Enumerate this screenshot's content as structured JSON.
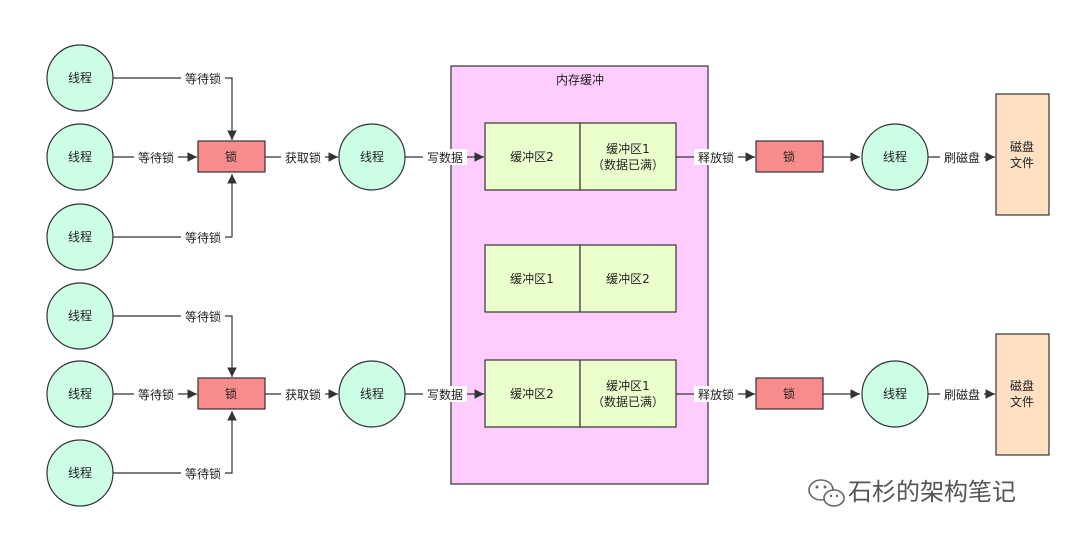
{
  "labels": {
    "thread": "线程",
    "lock": "锁",
    "wait_lock": "等待锁",
    "acquire_lock": "获取锁",
    "write_data": "写数据",
    "release_lock": "释放锁",
    "flush_disk": "刷磁盘",
    "disk_line1": "磁盘",
    "disk_line2": "文件",
    "memory_buffer": "内存缓冲",
    "buffer1": "缓冲区1",
    "buffer2": "缓冲区2",
    "buffer_full": "（数据已满）"
  },
  "watermark": "石杉的架构笔记",
  "colors": {
    "thread_fill": "#ccffe6",
    "thread_stroke": "#333333",
    "lock_fill": "#f88c8c",
    "buffer_fill": "#ebffcc",
    "memory_fill": "#ffccff",
    "disk_fill": "#ffe0c2",
    "line": "#333333"
  },
  "icons": [
    "wechat-icon"
  ]
}
